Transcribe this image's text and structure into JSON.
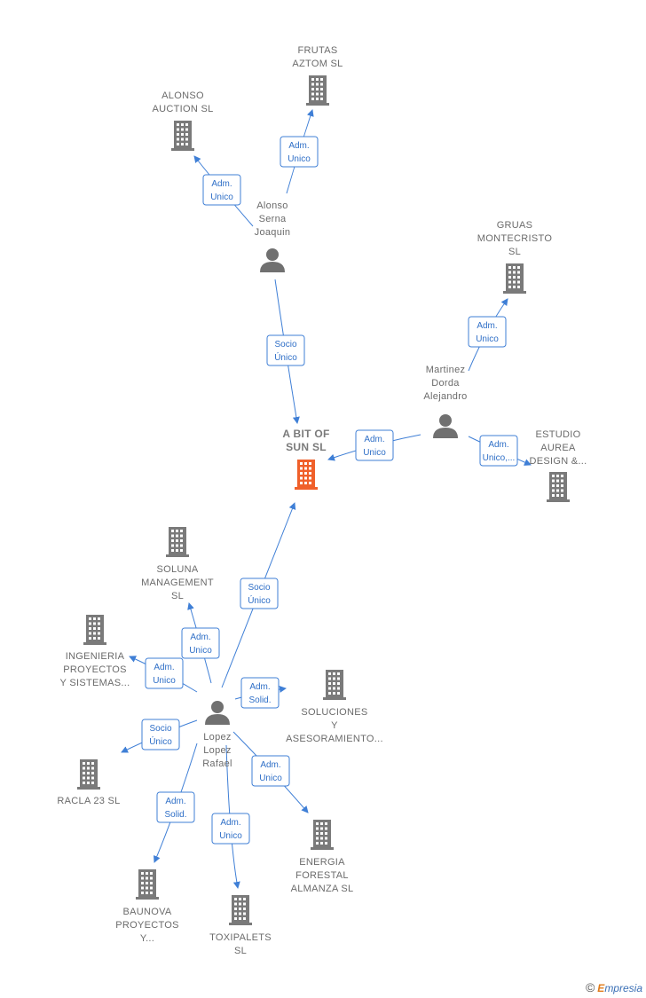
{
  "colors": {
    "company": "#7a7a7a",
    "main_company": "#f0602a",
    "person": "#707070",
    "edge": "#3f7fd6"
  },
  "nodes": [
    {
      "id": "main",
      "type": "company",
      "main": true,
      "label": [
        "A BIT OF",
        "SUN  SL"
      ]
    },
    {
      "id": "frutas",
      "type": "company",
      "label": [
        "FRUTAS",
        "AZTOM  SL"
      ]
    },
    {
      "id": "alonso_auction",
      "type": "company",
      "label": [
        "ALONSO",
        "AUCTION  SL"
      ]
    },
    {
      "id": "alonso_serna",
      "type": "person",
      "label": [
        "Alonso",
        "Serna",
        "Joaquin"
      ]
    },
    {
      "id": "gruas",
      "type": "company",
      "label": [
        "GRUAS",
        "MONTECRISTO",
        "SL"
      ]
    },
    {
      "id": "martinez",
      "type": "person",
      "label": [
        "Martinez",
        "Dorda",
        "Alejandro"
      ]
    },
    {
      "id": "estudio",
      "type": "company",
      "label": [
        "ESTUDIO",
        "AUREA",
        "DESIGN &..."
      ]
    },
    {
      "id": "soluna",
      "type": "company",
      "label": [
        "SOLUNA",
        "MANAGEMENT",
        "SL"
      ]
    },
    {
      "id": "ingenieria",
      "type": "company",
      "label": [
        "INGENIERIA",
        "PROYECTOS",
        "Y SISTEMAS..."
      ]
    },
    {
      "id": "soluciones",
      "type": "company",
      "label": [
        "SOLUCIONES",
        "Y",
        "ASESORAMIENTO..."
      ]
    },
    {
      "id": "lopez",
      "type": "person",
      "label": [
        "Lopez",
        "Lopez",
        "Rafael"
      ]
    },
    {
      "id": "racla",
      "type": "company",
      "label": [
        "RACLA 23  SL"
      ]
    },
    {
      "id": "energia",
      "type": "company",
      "label": [
        "ENERGIA",
        "FORESTAL",
        "ALMANZA  SL"
      ]
    },
    {
      "id": "baunova",
      "type": "company",
      "label": [
        "BAUNOVA",
        "PROYECTOS",
        "Y..."
      ]
    },
    {
      "id": "toxipalets",
      "type": "company",
      "label": [
        "TOXIPALETS",
        "SL"
      ]
    }
  ],
  "edges": [
    {
      "from": "alonso_serna",
      "to": "alonso_auction",
      "label": [
        "Adm.",
        "Unico"
      ]
    },
    {
      "from": "alonso_serna",
      "to": "frutas",
      "label": [
        "Adm.",
        "Unico"
      ]
    },
    {
      "from": "alonso_serna",
      "to": "main",
      "label": [
        "Socio",
        "Único"
      ]
    },
    {
      "from": "martinez",
      "to": "gruas",
      "label": [
        "Adm.",
        "Unico"
      ]
    },
    {
      "from": "martinez",
      "to": "main",
      "label": [
        "Adm.",
        "Unico"
      ]
    },
    {
      "from": "martinez",
      "to": "estudio",
      "label": [
        "Adm.",
        "Unico,..."
      ]
    },
    {
      "from": "lopez",
      "to": "main",
      "label": [
        "Socio",
        "Único"
      ]
    },
    {
      "from": "lopez",
      "to": "soluna",
      "label": [
        "Adm.",
        "Unico"
      ]
    },
    {
      "from": "lopez",
      "to": "ingenieria",
      "label": [
        "Adm.",
        "Unico"
      ]
    },
    {
      "from": "lopez",
      "to": "soluciones",
      "label": [
        "Adm.",
        "Solid."
      ]
    },
    {
      "from": "lopez",
      "to": "racla",
      "label": [
        "Socio",
        "Único"
      ]
    },
    {
      "from": "lopez",
      "to": "energia",
      "label": [
        "Adm.",
        "Unico"
      ]
    },
    {
      "from": "lopez",
      "to": "baunova",
      "label": [
        "Adm.",
        "Solid."
      ]
    },
    {
      "from": "lopez",
      "to": "toxipalets",
      "label": [
        "Adm.",
        "Unico"
      ]
    }
  ],
  "footer": {
    "copyright": "©",
    "brand_initial": "E",
    "brand_rest": "mpresia"
  }
}
